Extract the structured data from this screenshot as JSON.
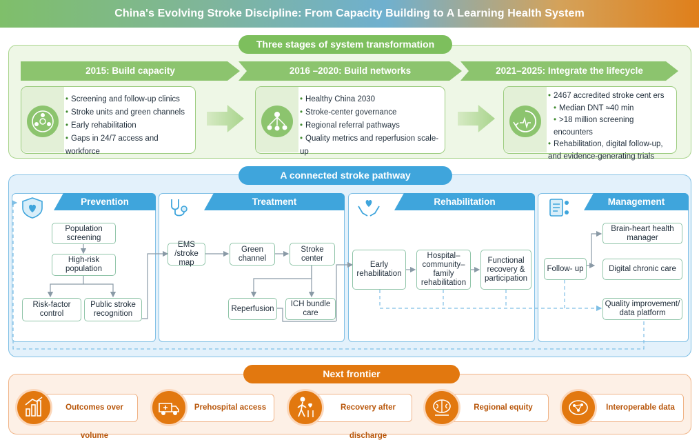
{
  "title": "China's Evolving Stroke Discipline: From Capacity Building to A Learning Health System",
  "stages_section": {
    "label": "Three stages of system transformation",
    "stages": [
      {
        "heading": "2015: Build capacity",
        "items": [
          "Screening and follow-up clinics",
          "Stroke units and green channels",
          "Early rehabilitation",
          "Gaps in 24/7 access and workforce"
        ]
      },
      {
        "heading": "2016 –2020: Build networks",
        "items": [
          "Healthy China 2030",
          "Stroke-center governance",
          "Regional referral pathways",
          "Quality metrics and reperfusion scale-up"
        ]
      },
      {
        "heading": "2021–2025: Integrate the lifecycle",
        "items": [
          "2467 accredited stroke cent ers",
          "Median DNT ≈40 min",
          ">18 million screening encounters",
          "Rehabilitation, digital follow-up, and evidence-generating trials"
        ]
      }
    ],
    "colors": {
      "accent": "#7dbf5d",
      "arrow": "#8cc46e"
    }
  },
  "pathway_section": {
    "label": "A connected stroke pathway",
    "prevention": {
      "title": "Prevention",
      "icon": "shield-heart-icon",
      "nodes": {
        "screening": "Population screening",
        "high_risk": "High-risk population",
        "risk_factor": "Risk-factor control",
        "public": "Public stroke recognition"
      }
    },
    "treatment": {
      "title": "Treatment",
      "icon": "stethoscope-icon",
      "nodes": {
        "ems": "EMS /stroke map",
        "green": "Green channel",
        "center": "Stroke center",
        "reperfusion": "Reperfusion",
        "ich": "ICH bundle care"
      }
    },
    "rehabilitation": {
      "title": "Rehabilitation",
      "icon": "hands-heart-icon",
      "nodes": {
        "early": "Early rehabilitation",
        "hcf": "Hospital– community– family rehabilitation",
        "functional": "Functional recovery & participation"
      }
    },
    "management": {
      "title": "Management",
      "icon": "clipboard-network-icon",
      "nodes": {
        "followup": "Follow- up",
        "brain_heart": "Brain-heart health manager",
        "digital": "Digital chronic care",
        "quality": "Quality improvement/ data platform"
      }
    },
    "colors": {
      "accent": "#3fa5dc"
    }
  },
  "frontier_section": {
    "label": "Next frontier",
    "items": [
      {
        "label": "Outcomes over volume",
        "icon": "chart-growth-icon"
      },
      {
        "label": "Prehospital access",
        "icon": "ambulance-icon"
      },
      {
        "label": "Recovery after discharge",
        "icon": "walking-recovery-icon"
      },
      {
        "label": "Regional equity",
        "icon": "brain-equity-icon"
      },
      {
        "label": "Interoperable data",
        "icon": "brain-network-icon"
      }
    ],
    "colors": {
      "accent": "#e2780f"
    }
  }
}
